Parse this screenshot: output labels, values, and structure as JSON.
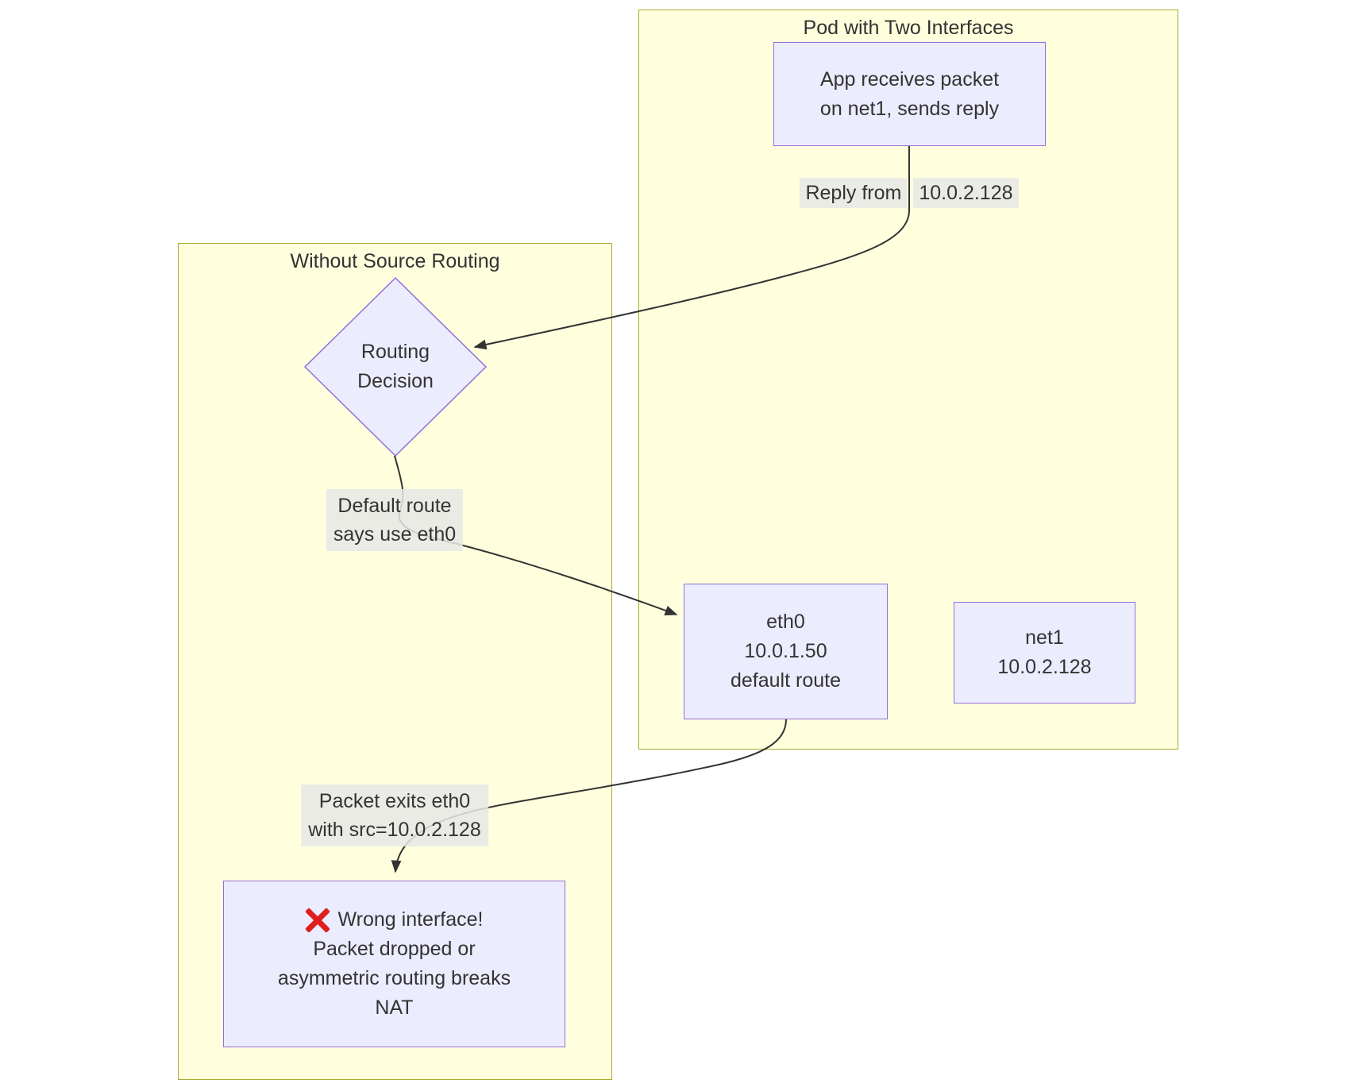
{
  "colors": {
    "background": "#ffffff",
    "cluster_fill": "#ffffde",
    "cluster_border": "#aaaa33",
    "node_fill": "#ececff",
    "node_border": "#9370db",
    "edge": "#333333",
    "text": "#333333",
    "error_mark": "#e01e1e"
  },
  "clusters": {
    "pod": {
      "title": "Pod with Two Interfaces"
    },
    "without": {
      "title": "Without Source Routing"
    }
  },
  "nodes": {
    "app": {
      "line1": "App receives packet",
      "line2": "on net1, sends reply"
    },
    "routing": {
      "line1": "Routing",
      "line2": "Decision"
    },
    "eth0": {
      "line1": "eth0",
      "line2": "10.0.1.50",
      "line3": "default route"
    },
    "net1": {
      "line1": "net1",
      "line2": "10.0.2.128"
    },
    "error": {
      "icon": "cross-mark",
      "line1": "Wrong interface!",
      "line2": "Packet dropped or",
      "line3": "asymmetric routing breaks",
      "line4": "NAT"
    }
  },
  "edge_labels": {
    "reply": {
      "part1": "Reply from",
      "part2": "10.0.2.128"
    },
    "default_route": {
      "line1": "Default route",
      "line2": "says use eth0"
    },
    "packet_exits": {
      "line1": "Packet exits eth0",
      "line2": "with src=10.0.2.128"
    }
  }
}
